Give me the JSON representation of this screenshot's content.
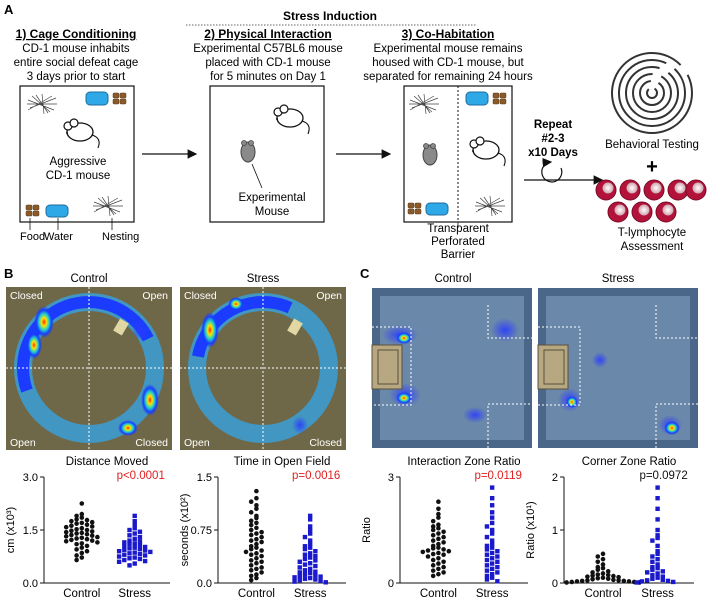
{
  "panel_a": {
    "letter": "A",
    "stress_induction": "Stress Induction",
    "step1": {
      "title": "1) Cage Conditioning",
      "lines": [
        "CD-1 mouse inhabits",
        "entire social defeat cage",
        "3 days prior to start"
      ],
      "mouse_label": [
        "Aggressive",
        "CD-1 mouse"
      ],
      "food": "Food",
      "water": "Water",
      "nesting": "Nesting"
    },
    "step2": {
      "title": "2) Physical Interaction",
      "lines": [
        "Experimental C57BL6 mouse",
        "placed with CD-1 mouse",
        "for 5 minutes on Day 1"
      ],
      "mouse_label": [
        "Experimental",
        "Mouse"
      ]
    },
    "step3": {
      "title": "3) Co-Habitation",
      "lines": [
        "Experimental mouse remains",
        "housed with CD-1 mouse, but",
        "separated for remaining 24 hours"
      ],
      "barrier_label": [
        "Transparent",
        "Perforated",
        "Barrier"
      ]
    },
    "repeat": [
      "Repeat",
      "#2-3",
      "x10 Days"
    ],
    "behavioral": "Behavioral Testing",
    "plus": "+",
    "tcell": [
      "T-lymphocyte",
      "Assessment"
    ]
  },
  "panel_b": {
    "letter": "B",
    "heatmaps": [
      {
        "title": "Control",
        "q": [
          "Closed",
          "Open",
          "Open",
          "Closed"
        ]
      },
      {
        "title": "Stress",
        "q": [
          "Closed",
          "Open",
          "Open",
          "Closed"
        ]
      }
    ]
  },
  "panel_c": {
    "letter": "C",
    "heatmaps": [
      {
        "title": "Control"
      },
      {
        "title": "Stress"
      }
    ]
  },
  "colors": {
    "control": "#111111",
    "stress": "#1a1acc",
    "sig": "#e02020",
    "ns": "#111111"
  },
  "chart_data": [
    {
      "type": "scatter",
      "title": "Distance Moved",
      "ylabel": "cm (x10³)",
      "categories": [
        "Control",
        "Stress"
      ],
      "ylim": [
        0,
        3.0
      ],
      "yticks": [
        "0.0",
        "1.5",
        "3.0"
      ],
      "ytick_values": [
        0,
        1.5,
        3.0
      ],
      "pvalue": "p<0.0001",
      "significant": true,
      "series": [
        {
          "values": [
            2.25,
            1.95,
            1.9,
            1.85,
            1.8,
            1.78,
            1.75,
            1.72,
            1.7,
            1.68,
            1.65,
            1.62,
            1.6,
            1.58,
            1.55,
            1.52,
            1.5,
            1.48,
            1.46,
            1.44,
            1.42,
            1.4,
            1.38,
            1.36,
            1.34,
            1.32,
            1.3,
            1.28,
            1.26,
            1.24,
            1.22,
            1.2,
            1.18,
            1.15,
            1.12,
            1.1,
            1.05,
            1.0,
            0.95,
            0.9,
            0.85,
            0.78,
            0.72,
            0.65
          ]
        },
        {
          "values": [
            1.9,
            1.75,
            1.65,
            1.55,
            1.5,
            1.45,
            1.4,
            1.35,
            1.3,
            1.25,
            1.2,
            1.18,
            1.15,
            1.12,
            1.1,
            1.08,
            1.05,
            1.02,
            1.0,
            0.98,
            0.96,
            0.94,
            0.92,
            0.9,
            0.88,
            0.86,
            0.84,
            0.82,
            0.8,
            0.78,
            0.75,
            0.72,
            0.7,
            0.68,
            0.65,
            0.62,
            0.6,
            0.55,
            0.5
          ]
        }
      ]
    },
    {
      "type": "scatter",
      "title": "Time in Open Field",
      "ylabel": "seconds (x10²)",
      "categories": [
        "Control",
        "Stress"
      ],
      "ylim": [
        0,
        1.5
      ],
      "yticks": [
        "0.0",
        "0.75",
        "1.5"
      ],
      "ytick_values": [
        0,
        0.75,
        1.5
      ],
      "pvalue": "p=0.0016",
      "significant": true,
      "series": [
        {
          "values": [
            1.3,
            1.2,
            1.15,
            1.1,
            1.05,
            1.0,
            0.95,
            0.92,
            0.88,
            0.85,
            0.82,
            0.78,
            0.75,
            0.72,
            0.7,
            0.68,
            0.65,
            0.62,
            0.6,
            0.58,
            0.55,
            0.52,
            0.5,
            0.48,
            0.46,
            0.44,
            0.42,
            0.4,
            0.38,
            0.35,
            0.32,
            0.3,
            0.28,
            0.25,
            0.22,
            0.2,
            0.18,
            0.15,
            0.12,
            0.1,
            0.07,
            0.04
          ]
        },
        {
          "values": [
            0.95,
            0.9,
            0.8,
            0.75,
            0.7,
            0.65,
            0.6,
            0.55,
            0.52,
            0.5,
            0.48,
            0.45,
            0.42,
            0.4,
            0.38,
            0.36,
            0.34,
            0.32,
            0.3,
            0.28,
            0.26,
            0.24,
            0.22,
            0.2,
            0.18,
            0.16,
            0.15,
            0.14,
            0.12,
            0.11,
            0.1,
            0.09,
            0.08,
            0.07,
            0.06,
            0.05,
            0.04,
            0.03,
            0.02,
            0.01
          ]
        }
      ]
    },
    {
      "type": "scatter",
      "title": "Interaction Zone Ratio",
      "ylabel": "Ratio",
      "categories": [
        "Control",
        "Stress"
      ],
      "ylim": [
        0,
        3
      ],
      "yticks": [
        "0",
        "3"
      ],
      "ytick_values": [
        0,
        3
      ],
      "pvalue": "p=0.0119",
      "significant": true,
      "series": [
        {
          "values": [
            2.3,
            2.1,
            1.95,
            1.85,
            1.75,
            1.65,
            1.6,
            1.55,
            1.5,
            1.45,
            1.4,
            1.35,
            1.3,
            1.25,
            1.2,
            1.15,
            1.1,
            1.05,
            1.0,
            0.98,
            0.95,
            0.92,
            0.9,
            0.88,
            0.85,
            0.82,
            0.8,
            0.75,
            0.7,
            0.65,
            0.6,
            0.55,
            0.5,
            0.45,
            0.4,
            0.35,
            0.3,
            0.25,
            0.2
          ]
        },
        {
          "values": [
            2.7,
            2.4,
            2.2,
            2.0,
            1.85,
            1.7,
            1.6,
            1.5,
            1.4,
            1.3,
            1.2,
            1.1,
            1.05,
            1.0,
            0.95,
            0.9,
            0.85,
            0.8,
            0.75,
            0.7,
            0.65,
            0.6,
            0.55,
            0.5,
            0.45,
            0.4,
            0.35,
            0.3,
            0.25,
            0.2,
            0.15,
            0.1,
            0.05
          ]
        }
      ]
    },
    {
      "type": "scatter",
      "title": "Corner Zone Ratio",
      "ylabel": "Ratio (x10¹)",
      "categories": [
        "Control",
        "Stress"
      ],
      "ylim": [
        0,
        2
      ],
      "yticks": [
        "0",
        "1",
        "2"
      ],
      "ytick_values": [
        0,
        1,
        2
      ],
      "pvalue": "p=0.0972",
      "significant": false,
      "series": [
        {
          "values": [
            0.55,
            0.5,
            0.45,
            0.4,
            0.35,
            0.3,
            0.28,
            0.25,
            0.22,
            0.2,
            0.18,
            0.16,
            0.15,
            0.14,
            0.13,
            0.12,
            0.11,
            0.1,
            0.09,
            0.08,
            0.07,
            0.06,
            0.05,
            0.05,
            0.04,
            0.04,
            0.03,
            0.03,
            0.02,
            0.02,
            0.01,
            0.01
          ]
        },
        {
          "values": [
            1.8,
            1.6,
            1.4,
            1.2,
            1.0,
            0.9,
            0.85,
            0.8,
            0.7,
            0.6,
            0.55,
            0.5,
            0.45,
            0.4,
            0.35,
            0.3,
            0.28,
            0.25,
            0.22,
            0.2,
            0.18,
            0.15,
            0.12,
            0.1,
            0.08,
            0.06,
            0.05,
            0.04,
            0.03,
            0.02,
            0.01
          ]
        }
      ]
    }
  ]
}
